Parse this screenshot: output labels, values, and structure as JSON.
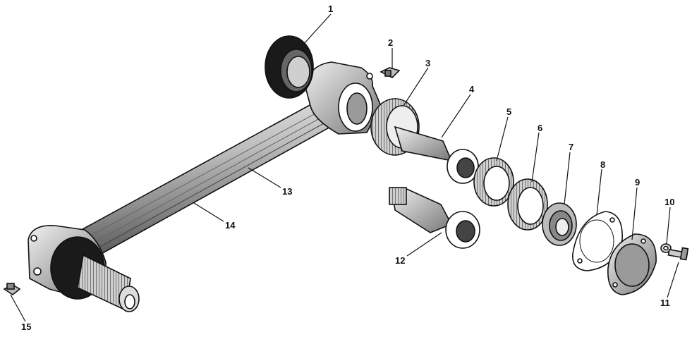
{
  "callouts": [
    {
      "id": "1",
      "text": "1"
    },
    {
      "id": "2",
      "text": "2"
    },
    {
      "id": "3",
      "text": "3"
    },
    {
      "id": "4",
      "text": "4"
    },
    {
      "id": "5",
      "text": "5"
    },
    {
      "id": "6",
      "text": "6"
    },
    {
      "id": "7",
      "text": "7"
    },
    {
      "id": "8",
      "text": "8"
    },
    {
      "id": "9",
      "text": "9"
    },
    {
      "id": "10",
      "text": "10"
    },
    {
      "id": "11",
      "text": "11"
    },
    {
      "id": "12",
      "text": "12"
    },
    {
      "id": "13",
      "text": "13"
    },
    {
      "id": "14",
      "text": "14"
    },
    {
      "id": "15",
      "text": "15"
    }
  ],
  "colors": {
    "ink": "#111111",
    "paper": "#ffffff",
    "shade": "#8a8a8a",
    "dark": "#1a1a1a"
  }
}
